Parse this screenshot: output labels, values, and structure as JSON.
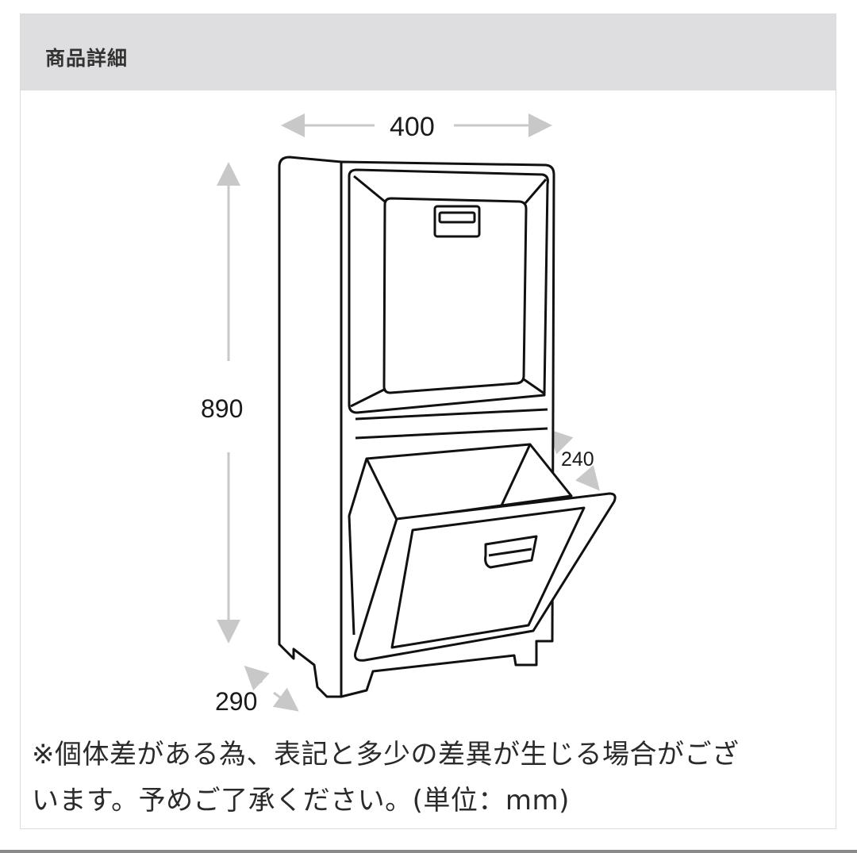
{
  "section": {
    "title": "商品詳細"
  },
  "diagram": {
    "subject": "2-tier tilt-out trash bin with dimensions",
    "dimensions": {
      "width": "400",
      "height": "890",
      "depth": "290",
      "drawer_depth": "240"
    },
    "unit": "mm",
    "line_color": "#111111",
    "arrow_color": "#c8c8c8"
  },
  "note": {
    "line1": "※個体差がある為、表記と多少の差異が生じる場合がござ",
    "line2": "います。予めご了承ください。(単位：mm)"
  },
  "colors": {
    "header_bg": "#dedee0",
    "border": "#dcdcde",
    "text": "#333333"
  }
}
